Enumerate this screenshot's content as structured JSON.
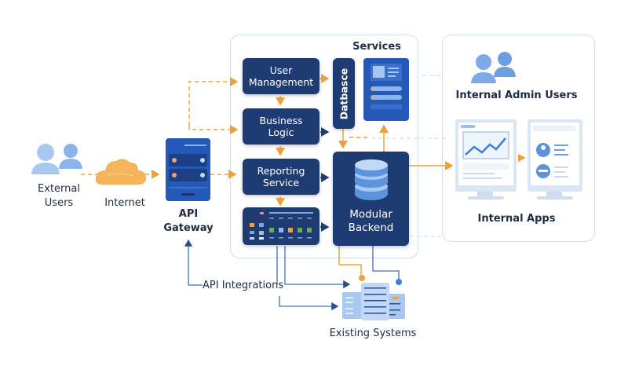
{
  "labels": {
    "external_users": "External\nUsers",
    "internet": "Internet",
    "api_gateway": "API\nGateway",
    "services": "Services",
    "user_management": "User\nManagement",
    "business_logic": "Business\nLogic",
    "reporting_service": "Reporting\nService",
    "database": "Datbasce",
    "modular_backend": "Modular\nBackend",
    "internal_admin_users": "Internal Admin Users",
    "internal_apps": "Internal Apps",
    "api_integrations": "API Integrations",
    "existing_systems": "Existing Systems"
  },
  "colors": {
    "dark_box": "#1f3c72",
    "accent_orange": "#f0a03a",
    "accent_blue": "#3f6fb5",
    "light_blue": "#8fb8ea",
    "panel_border": "#d3deec"
  }
}
